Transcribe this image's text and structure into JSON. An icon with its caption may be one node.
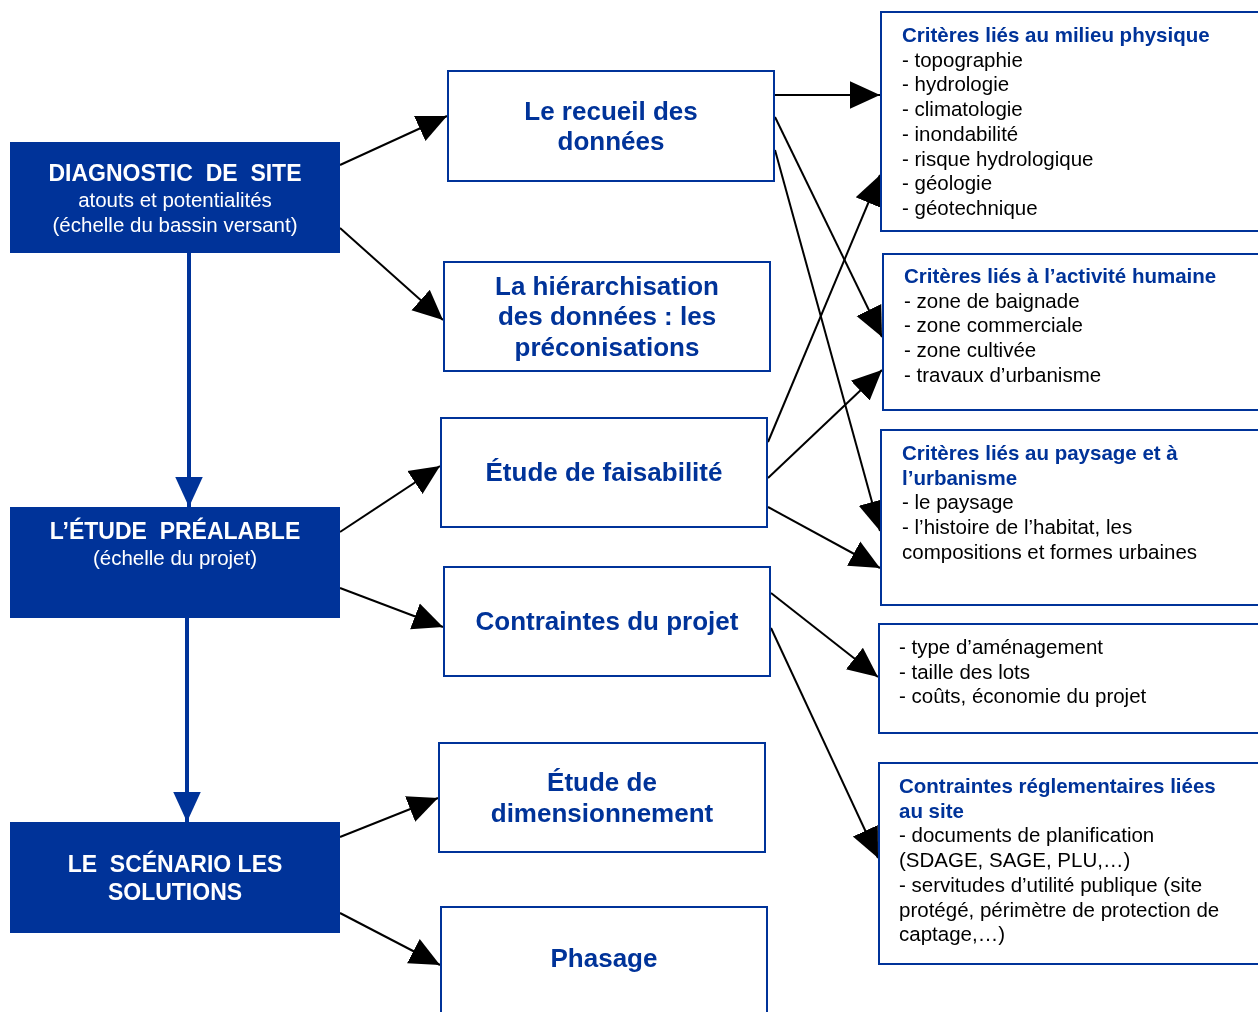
{
  "diagram": {
    "nodes": [
      {
        "text": [
          "DIAGNOSTIC  DE  SITE",
          "atouts et potentialités",
          "(échelle du bassin versant)"
        ]
      },
      {
        "text": [
          "L’ÉTUDE  PRÉALABLE",
          "(échelle du projet)"
        ]
      },
      {
        "text": [
          "LE  SCÉNARIO LES  SOLUTIONS"
        ]
      },
      {
        "text": [
          "Le recueil des données"
        ]
      },
      {
        "text": [
          "La hiérarchisation des données : les préconisations"
        ]
      },
      {
        "text": [
          "Étude de faisabilité"
        ]
      },
      {
        "text": [
          "Contraintes du projet"
        ]
      },
      {
        "text": [
          "Étude de dimensionnement"
        ]
      },
      {
        "text": [
          "Phasage"
        ]
      },
      {
        "text": [
          "Critères liés au milieu physique",
          "- topographie",
          "- hydrologie",
          "- climatologie",
          "- inondabilité",
          "- risque hydrologique",
          "- géologie",
          "- géotechnique"
        ]
      },
      {
        "text": [
          "Critères liés à l’activité humaine",
          "- zone de baignade",
          "- zone commerciale",
          "- zone cultivée",
          "- travaux d’urbanisme"
        ]
      },
      {
        "text": [
          "Critères liés au paysage et à l’urbanisme",
          "- le paysage",
          "- l’histoire de l’habitat, les compositions et formes urbaines"
        ]
      },
      {
        "text": [
          "- type d’aménagement",
          "- taille des lots",
          "- coûts, économie du projet"
        ]
      },
      {
        "text": [
          "Contraintes réglementaires liées au site",
          "- documents de planification (SDAGE, SAGE, PLU,…)",
          "- servitudes d’utilité publique (site protégé, périmètre de protection de captage,…)"
        ]
      }
    ],
    "edges": [
      {
        "from": 0,
        "to": 1,
        "arrow": "to",
        "style": "thick",
        "color": "#003399"
      },
      {
        "from": 1,
        "to": 2,
        "arrow": "to",
        "style": "thick",
        "color": "#003399"
      },
      {
        "from": 0,
        "to": 3,
        "arrow": "to"
      },
      {
        "from": 0,
        "to": 4,
        "arrow": "to"
      },
      {
        "from": 1,
        "to": 5,
        "arrow": "to"
      },
      {
        "from": 1,
        "to": 6,
        "arrow": "to"
      },
      {
        "from": 2,
        "to": 7,
        "arrow": "to"
      },
      {
        "from": 2,
        "to": 8,
        "arrow": "to"
      },
      {
        "from": 3,
        "to": 9,
        "arrow": "to"
      },
      {
        "from": 3,
        "to": 10,
        "arrow": "to"
      },
      {
        "from": 3,
        "to": 11,
        "arrow": "to"
      },
      {
        "from": 5,
        "to": 9,
        "arrow": "to"
      },
      {
        "from": 5,
        "to": 10,
        "arrow": "to"
      },
      {
        "from": 5,
        "to": 11,
        "arrow": "to"
      },
      {
        "from": 6,
        "to": 12,
        "arrow": "to"
      },
      {
        "from": 6,
        "to": 13,
        "arrow": "to"
      }
    ]
  }
}
